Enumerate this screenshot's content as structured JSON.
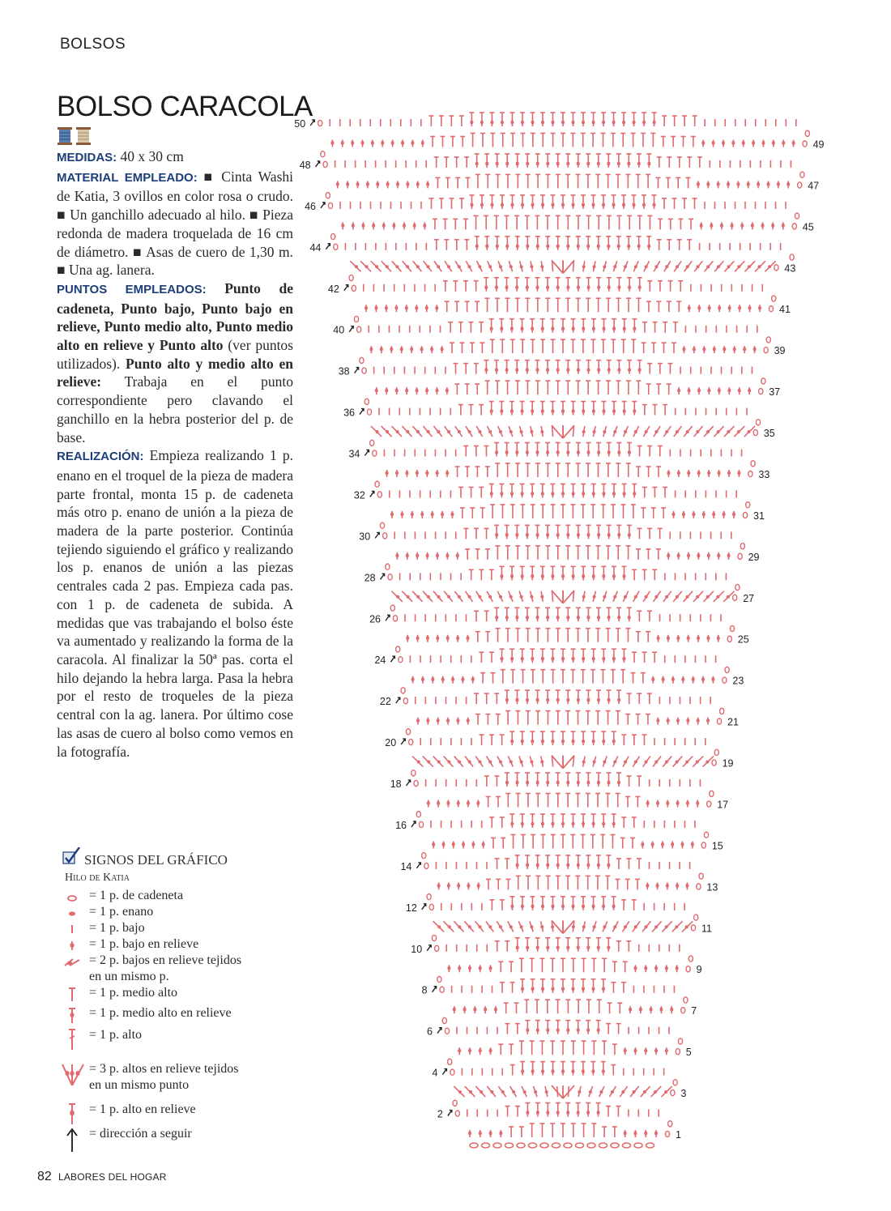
{
  "header": {
    "section": "BOLSOS"
  },
  "article": {
    "title": "BOLSO CARACOLA",
    "difficulty_icon": "spool-icons",
    "medidas_label": "MEDIDAS:",
    "medidas": "40 x 30 cm",
    "material_label": "MATERIAL EMPLEADO:",
    "material": "■ Cinta Washi de Katia, 3 ovillos en color rosa o crudo. ■ Un ganchillo adecuado al hilo. ■ Pieza redonda de madera troquelada de 16 cm de diámetro. ■ Asas de cuero de 1,30 m. ■ Una ag. lanera.",
    "puntos_label": "PUNTOS EMPLEADOS:",
    "puntos": "Punto de cadeneta, Punto bajo, Punto bajo en relieve, Punto medio alto, Punto medio alto en relieve y Punto alto",
    "puntos_note": "(ver puntos utilizados).",
    "relieve_label": "Punto alto y medio alto en relieve:",
    "relieve": "Trabaja en el punto correspondiente pero clavando el ganchillo en la hebra posterior del p. de base.",
    "realizacion_label": "REALIZACIÓN:",
    "realizacion": "Empieza realizando 1 p. enano en el troquel de la pieza de madera parte frontal, monta 15 p. de cadeneta más otro p. enano de unión a la pieza de madera de la parte posterior. Continúa tejiendo siguiendo el gráfico y realizando los p. enanos de unión a las piezas centrales cada 2 pas. Empieza cada pas. con 1 p. de cadeneta de subida. A medidas que vas trabajando el bolso éste va aumentado y realizando la forma de la caracola. Al finalizar la 50ª pas. corta el hilo dejando la hebra larga. Pasa la hebra por el resto de troqueles de la pieza central con la ag. lanera. Por último cose las asas de cuero al bolso como vemos en la fotografía."
  },
  "legend": {
    "title": "SIGNOS DEL GRÁFICO",
    "subtitle": "Hilo de Katia",
    "items": [
      {
        "icon": "chain-icon",
        "text": "= 1 p. de cadeneta"
      },
      {
        "icon": "slip-stitch-icon",
        "text": "= 1 p. enano"
      },
      {
        "icon": "single-crochet-icon",
        "text": "= 1 p. bajo"
      },
      {
        "icon": "single-crochet-relief-icon",
        "text": "= 1 p. bajo en relieve"
      },
      {
        "icon": "two-sc-relief-icon",
        "text": "= 2 p. bajos en relieve tejidos\nen un mismo p."
      },
      {
        "icon": "half-double-icon",
        "text": "= 1 p. medio alto"
      },
      {
        "icon": "half-double-relief-icon",
        "text": "= 1 p. medio alto en relieve"
      },
      {
        "icon": "double-crochet-icon",
        "text": "= 1 p. alto"
      },
      {
        "icon": "three-dc-relief-icon",
        "text": "= 3 p. altos en relieve tejidos\nen un mismo punto"
      },
      {
        "icon": "double-relief-icon",
        "text": "= 1 p. alto en relieve"
      },
      {
        "icon": "direction-arrow-icon",
        "text": "= dirección a seguir"
      }
    ]
  },
  "footer": {
    "page_number": "82",
    "magazine": "LABORES DEL HOGAR"
  },
  "colors": {
    "stitch": "#e06a6e",
    "heading_blue": "#1d3e78",
    "text": "#2a2a2a"
  },
  "crochet_chart": {
    "row_labels": [
      "1",
      "2",
      "3",
      "4",
      "5",
      "6",
      "7",
      "8",
      "9",
      "10",
      "11",
      "12",
      "13",
      "14",
      "15",
      "16",
      "17",
      "18",
      "19",
      "20",
      "21",
      "22",
      "23",
      "24",
      "25",
      "26",
      "27",
      "28",
      "29",
      "30",
      "31",
      "32",
      "33",
      "34",
      "35",
      "36",
      "37",
      "38",
      "39",
      "40",
      "41",
      "42",
      "43",
      "44",
      "45",
      "46",
      "47",
      "48",
      "49",
      "50"
    ]
  }
}
